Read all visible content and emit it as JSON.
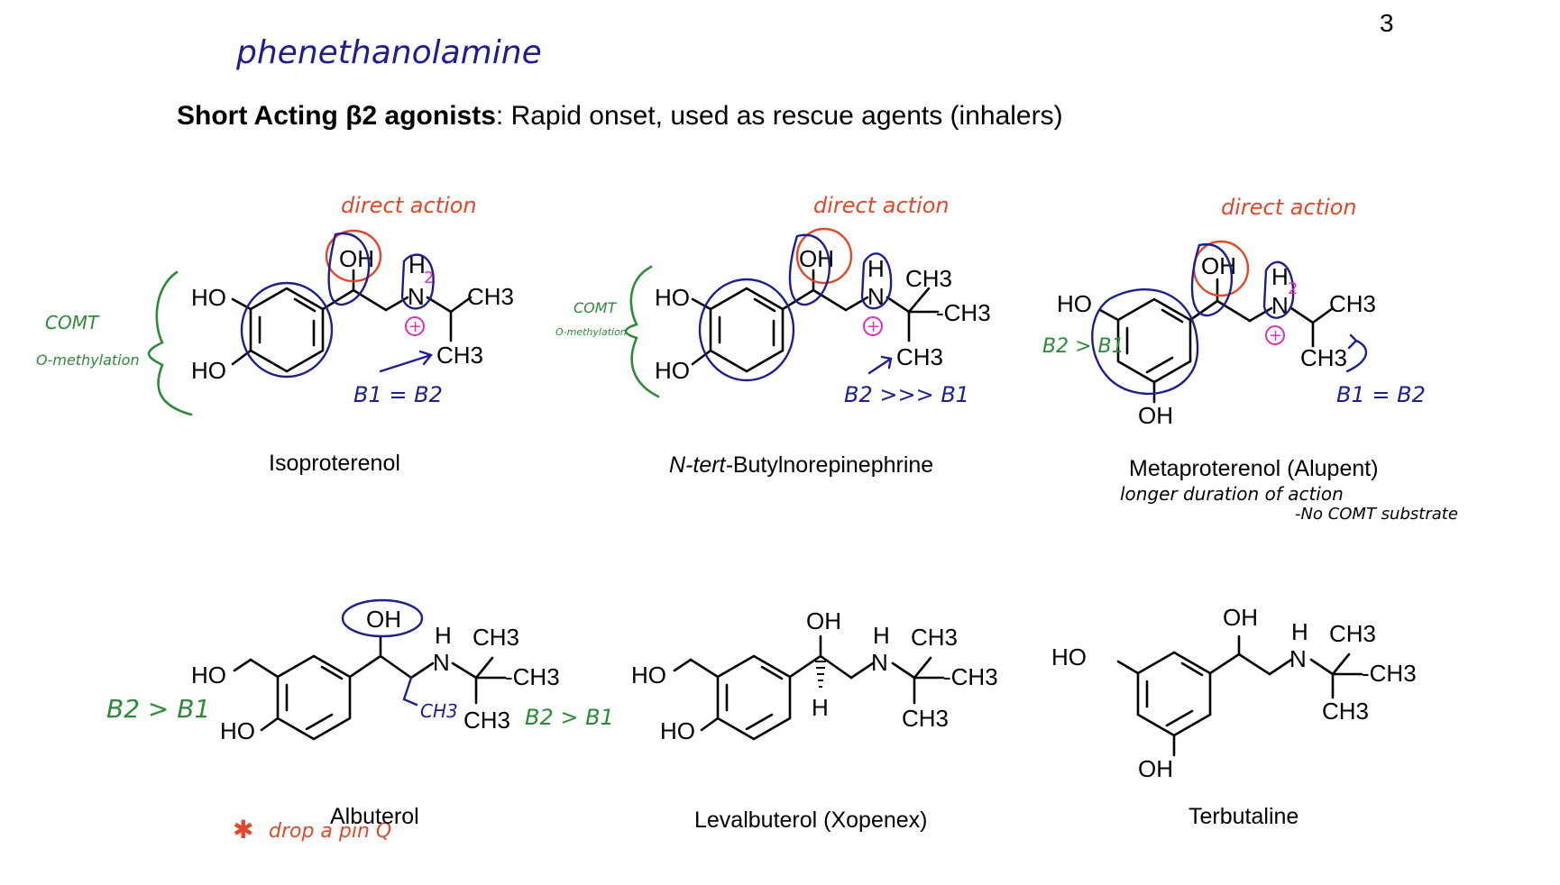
{
  "page_number": "3",
  "header_note": "phenethanolamine",
  "heading": {
    "bold": "Short Acting β2 agonists",
    "rest": ": Rapid onset, used as rescue agents (inhalers)"
  },
  "atoms": {
    "ho": "HO",
    "oh": "OH",
    "n": "N",
    "h": "H",
    "ch3": "CH3",
    "dash_ch3": "-CH3"
  },
  "compounds": [
    {
      "name_italic": "",
      "name": "Isoproterenol"
    },
    {
      "name_italic": "N-tert-",
      "name": "Butylnorepinephrine"
    },
    {
      "name_italic": "",
      "name": "Metaproterenol (Alupent)"
    },
    {
      "name_italic": "",
      "name": "Albuterol"
    },
    {
      "name_italic": "",
      "name": "Levalbuterol (Xopenex)"
    },
    {
      "name_italic": "",
      "name": "Terbutaline"
    }
  ],
  "annotations": {
    "direct_action": "direct action",
    "comt": "COMT",
    "o_methylation": "O-methylation",
    "b1_eq_b2": "B1 = B2",
    "b2_gg_b1": "B2 >>> B1",
    "b2_gt_b1": "B2 > B1",
    "longer_duration": "longer duration of action",
    "no_comt": "-No COMT substrate",
    "albuterol_ch3": "CH3",
    "drop_pin": "drop a pin Q",
    "star": "✱",
    "plus": "+",
    "h2": "2"
  },
  "colors": {
    "navy_ink": "#1f1f8c",
    "red_ink": "#e0482b",
    "green_ink": "#2e8a3a",
    "pink_ink": "#e030c0"
  }
}
